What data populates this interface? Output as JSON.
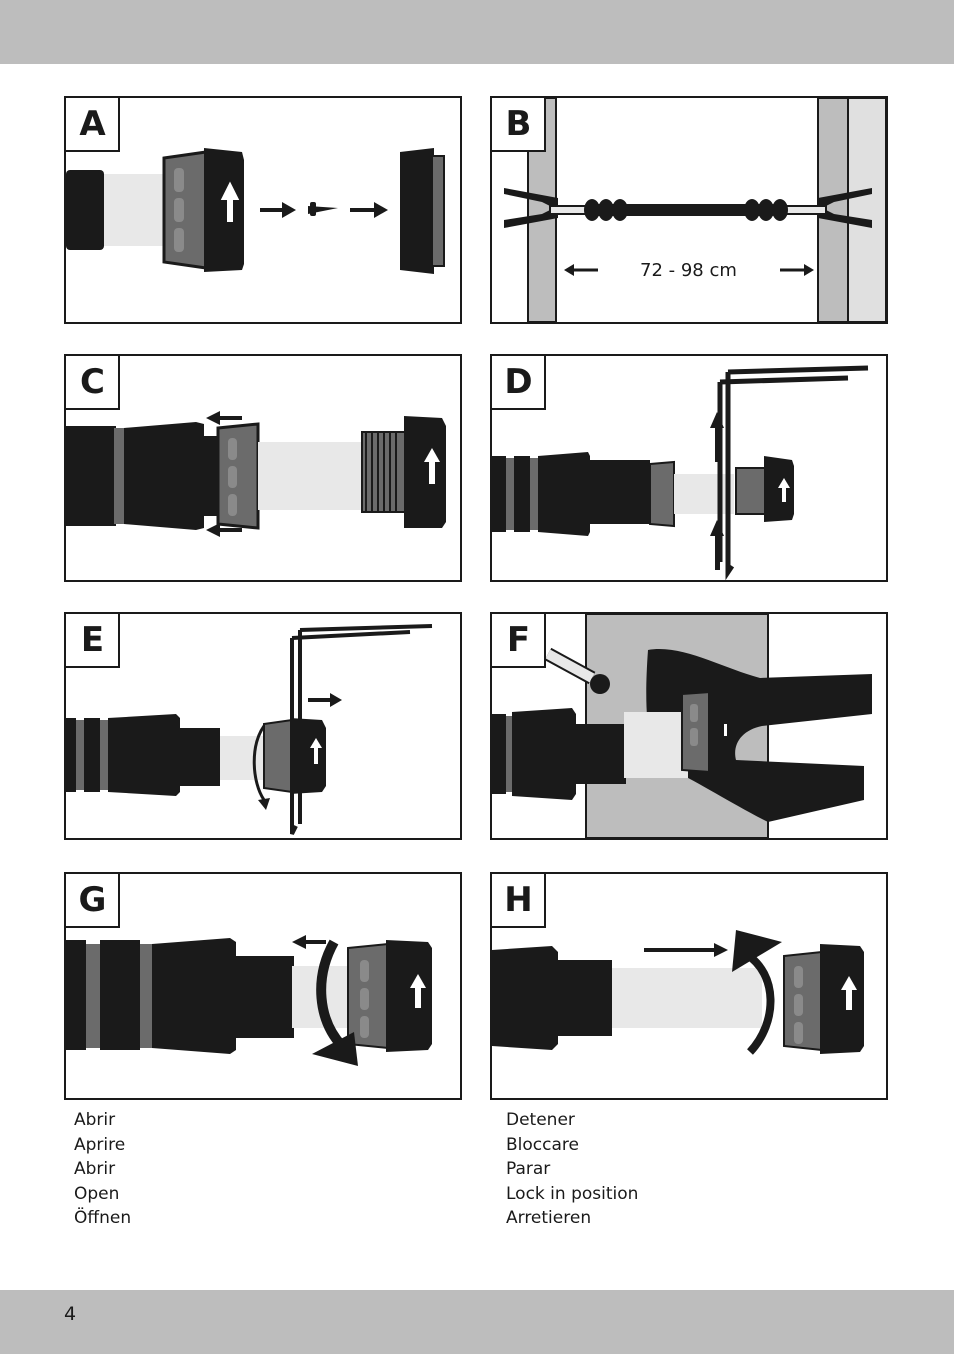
{
  "panels": {
    "a": {
      "label": "A"
    },
    "b": {
      "label": "B",
      "measurement": "72 - 98 cm"
    },
    "c": {
      "label": "C"
    },
    "d": {
      "label": "D"
    },
    "e": {
      "label": "E"
    },
    "f": {
      "label": "F"
    },
    "g": {
      "label": "G"
    },
    "h": {
      "label": "H"
    }
  },
  "captions": {
    "open": [
      "Abrir",
      "Aprire",
      "Abrir",
      "Open",
      "Öffnen"
    ],
    "lock": [
      "Detener",
      "Bloccare",
      "Parar",
      "Lock in position",
      "Arretieren"
    ]
  },
  "footer": {
    "page_number": "4"
  },
  "colors": {
    "band": "#bdbdbd",
    "ink": "#1a1a1a",
    "rod": "#e8e8e8",
    "cap_grey": "#6b6b6b",
    "wall": "#bdbdbd"
  }
}
